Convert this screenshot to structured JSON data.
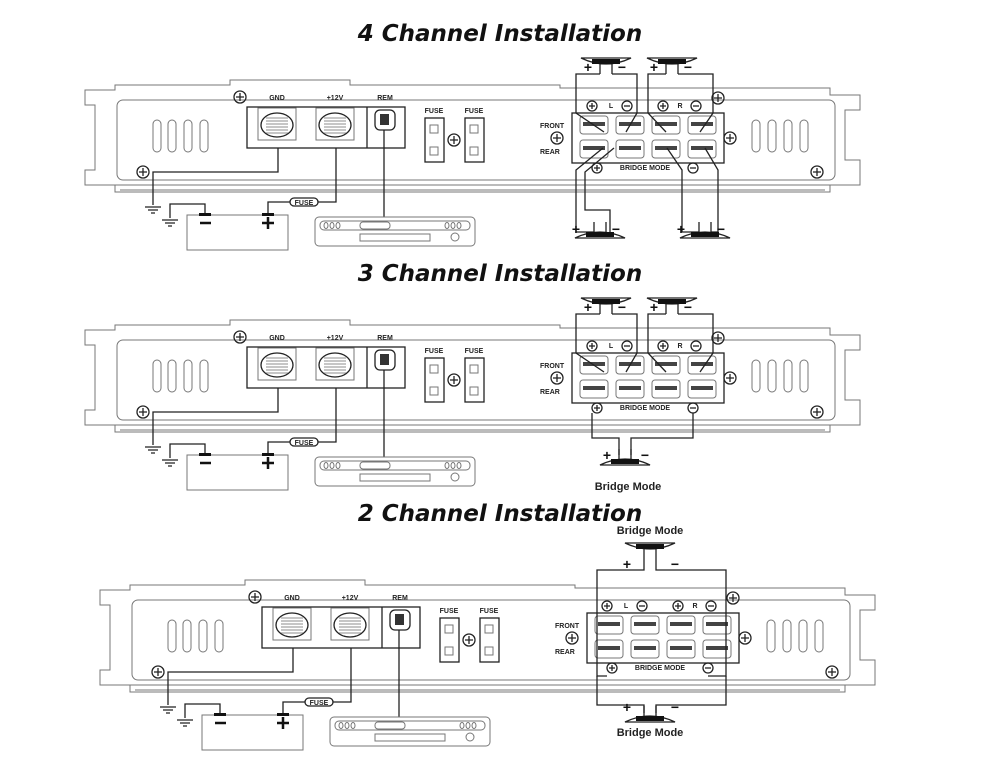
{
  "panels": [
    {
      "title": "4 Channel Installation",
      "mode": "4ch"
    },
    {
      "title": "3 Channel Installation",
      "mode": "3ch"
    },
    {
      "title": "2 Channel Installation",
      "mode": "2ch"
    }
  ],
  "labels": {
    "gnd": "GND",
    "plus12v": "+12V",
    "rem": "REM",
    "fuse": "FUSE",
    "front": "FRONT",
    "rear": "REAR",
    "left": "L",
    "right": "R",
    "bridge_mode_terminal": "BRIDGE MODE",
    "bridge_mode_speaker": "Bridge Mode",
    "plus": "+",
    "minus": "−"
  }
}
